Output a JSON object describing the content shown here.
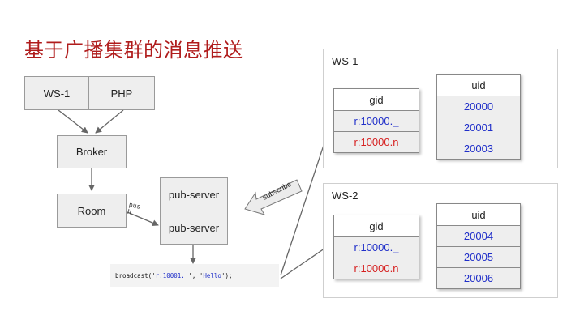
{
  "title": "基于广播集群的消息推送",
  "left": {
    "ws1": "WS-1",
    "php": "PHP",
    "broker": "Broker",
    "room": "Room",
    "pub_server_1": "pub-server",
    "pub_server_2": "pub-server",
    "push_label_1": "pus",
    "push_label_2": "h",
    "subscribe_label": "subscribe",
    "code": {
      "prefix": "broadcast('",
      "arg1": "r:10001._",
      "mid": "', '",
      "arg2": "Hello",
      "suffix": "');"
    }
  },
  "panels": [
    {
      "label": "WS-1",
      "gid": {
        "header": "gid",
        "rows": [
          "r:10000._",
          "r:10000.n"
        ]
      },
      "uid": {
        "header": "uid",
        "rows": [
          "20000",
          "20001",
          "20003"
        ]
      }
    },
    {
      "label": "WS-2",
      "gid": {
        "header": "gid",
        "rows": [
          "r:10000._",
          "r:10000.n"
        ]
      },
      "uid": {
        "header": "uid",
        "rows": [
          "20004",
          "20005",
          "20006"
        ]
      }
    }
  ],
  "colors": {
    "title": "#b01c1c",
    "blue_text": "#1f2ec9",
    "red_text": "#d61f1f",
    "arrow": "#666666"
  }
}
